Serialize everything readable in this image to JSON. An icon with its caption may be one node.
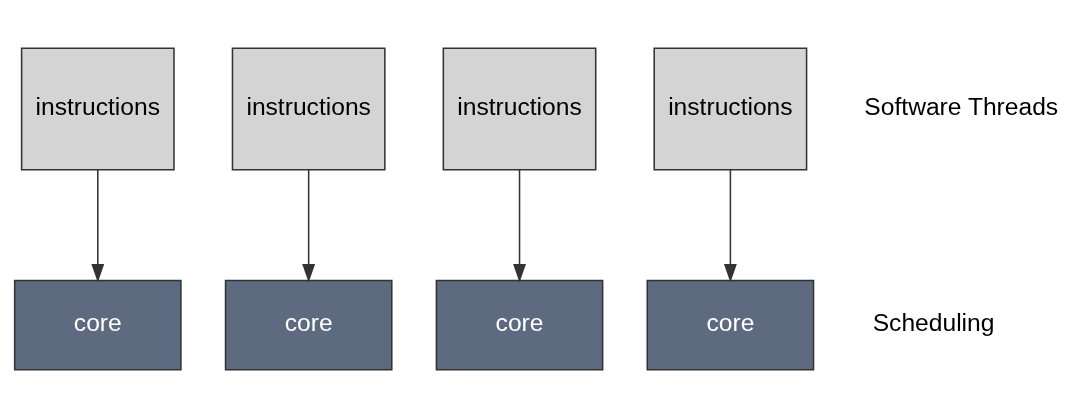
{
  "diagram": {
    "nodes": [
      {
        "text": [
          "instructions"
        ]
      },
      {
        "text": [
          "instructions"
        ]
      },
      {
        "text": [
          "instructions"
        ]
      },
      {
        "text": [
          "instructions"
        ]
      },
      {
        "text": [
          "core"
        ]
      },
      {
        "text": [
          "core"
        ]
      },
      {
        "text": [
          "core"
        ]
      },
      {
        "text": [
          "core"
        ]
      }
    ],
    "edges": [
      {
        "from": 0,
        "to": 5,
        "arrow": "to"
      },
      {
        "from": 1,
        "to": 6,
        "arrow": "to"
      },
      {
        "from": 2,
        "to": 4,
        "arrow": "to"
      },
      {
        "from": 3,
        "to": 7,
        "arrow": "to"
      }
    ],
    "labels": [
      "Software Threads",
      "Scheduling"
    ]
  }
}
